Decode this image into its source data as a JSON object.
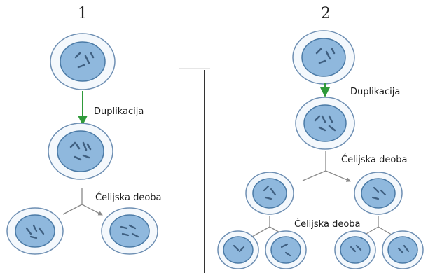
{
  "panels": [
    {
      "number": "1"
    },
    {
      "number": "2"
    }
  ],
  "labels": {
    "duplication": "Duplikacija",
    "cell_division": "Ćelijska deoba"
  },
  "colors": {
    "cell_outer": "#f4f8fc",
    "cell_outer_stroke": "#6e8fb3",
    "nucleus_fill": "#8fb8dd",
    "nucleus_stroke": "#4a7aa6",
    "chromosome": "#3f5f80",
    "arrow_green": "#2f9a3a",
    "divider": "#333333"
  }
}
